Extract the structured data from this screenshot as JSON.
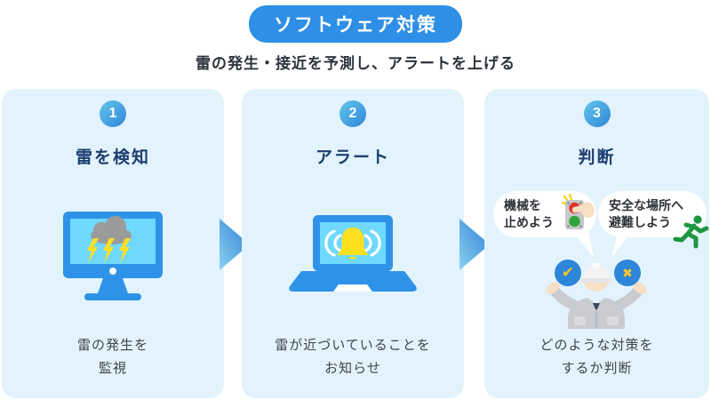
{
  "header": {
    "title": "ソフトウェア対策",
    "subtitle": "雷の発生・接近を予測し、アラートを上げる"
  },
  "steps": [
    {
      "number": "1",
      "title": "雷を検知",
      "caption": [
        "雷の発生を",
        "監視"
      ],
      "icon": "monitor-storm-icon"
    },
    {
      "number": "2",
      "title": "アラート",
      "caption": [
        "雷が近づいていることを",
        "お知らせ"
      ],
      "icon": "laptop-bell-icon"
    },
    {
      "number": "3",
      "title": "判断",
      "caption": [
        "どのような対策を",
        "するか判断"
      ],
      "icon": "worker-decision-icon",
      "bubbles": [
        {
          "lines": [
            "機械を",
            "止めよう"
          ],
          "icon": "stop-button-icon"
        },
        {
          "lines": [
            "安全な場所へ",
            "避難しよう"
          ],
          "icon": "running-person-icon"
        }
      ]
    }
  ],
  "icons": {
    "check_mark": "✔",
    "cross_mark": "✖"
  },
  "colors": {
    "accent_blue": "#2F8FE6",
    "card_background": "#E3F3FD",
    "badge_gradient_start": "#62C6EB",
    "badge_gradient_end": "#2F85D9",
    "title_navy": "#1C3D6E",
    "caption_gray": "#40454D",
    "arrow_gradient_start": "#8AD2EE",
    "arrow_gradient_end": "#2E7ED8",
    "device_blue": "#2E93E8",
    "screen_blue": "#6FD9FF",
    "lightning_yellow": "#FFE01E",
    "bell_yellow": "#FFE01E",
    "cloud_gray": "#9B9B9B",
    "runner_green": "#1E9642",
    "mark_circle_blue": "#2E86D8",
    "mark_yellow": "#F6C62E",
    "stop_red": "#E23127",
    "stop_green": "#2FA63B"
  }
}
